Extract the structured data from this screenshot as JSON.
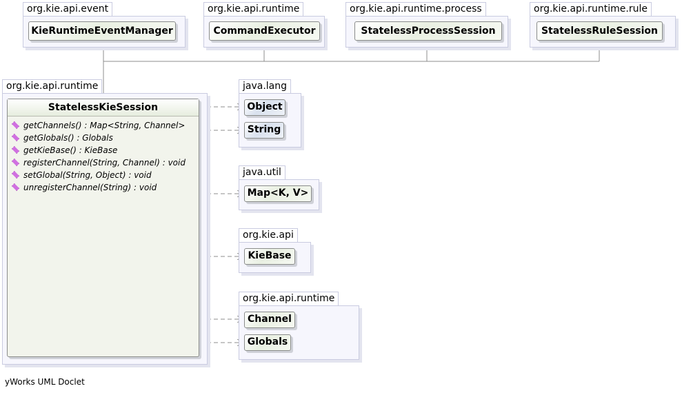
{
  "packages": {
    "event": {
      "name": "org.kie.api.event",
      "class": "KieRuntimeEventManager"
    },
    "runtime_top": {
      "name": "org.kie.api.runtime",
      "class": "CommandExecutor"
    },
    "process": {
      "name": "org.kie.api.runtime.process",
      "class": "StatelessProcessSession"
    },
    "rule": {
      "name": "org.kie.api.runtime.rule",
      "class": "StatelessRuleSession"
    },
    "runtime_main": {
      "name": "org.kie.api.runtime"
    },
    "lang": {
      "name": "java.lang",
      "classes": [
        "Object",
        "String"
      ]
    },
    "util": {
      "name": "java.util",
      "classes": [
        "Map<K, V>"
      ]
    },
    "api": {
      "name": "org.kie.api",
      "classes": [
        "KieBase"
      ]
    },
    "runtime_right": {
      "name": "org.kie.api.runtime",
      "classes": [
        "Channel",
        "Globals"
      ]
    }
  },
  "main_class": {
    "name": "StatelessKieSession",
    "methods": [
      {
        "name": "getChannels()",
        "type": ": Map<String, Channel>"
      },
      {
        "name": "getGlobals()",
        "type": ": Globals"
      },
      {
        "name": "getKieBase()",
        "type": ": KieBase"
      },
      {
        "name": "registerChannel(String, Channel)",
        "type": ": void"
      },
      {
        "name": "setGlobal(String, Object)",
        "type": ": void"
      },
      {
        "name": "unregisterChannel(String)",
        "type": ": void"
      }
    ]
  },
  "footer": "yWorks UML Doclet",
  "colors": {
    "package_fill": "#f6f6fd",
    "package_border": "#c9cbe0",
    "class_green": "#e9f0e2",
    "class_blue": "#d9e1ee",
    "method_icon": "#d070e0",
    "edge": "#8c8c8c"
  }
}
